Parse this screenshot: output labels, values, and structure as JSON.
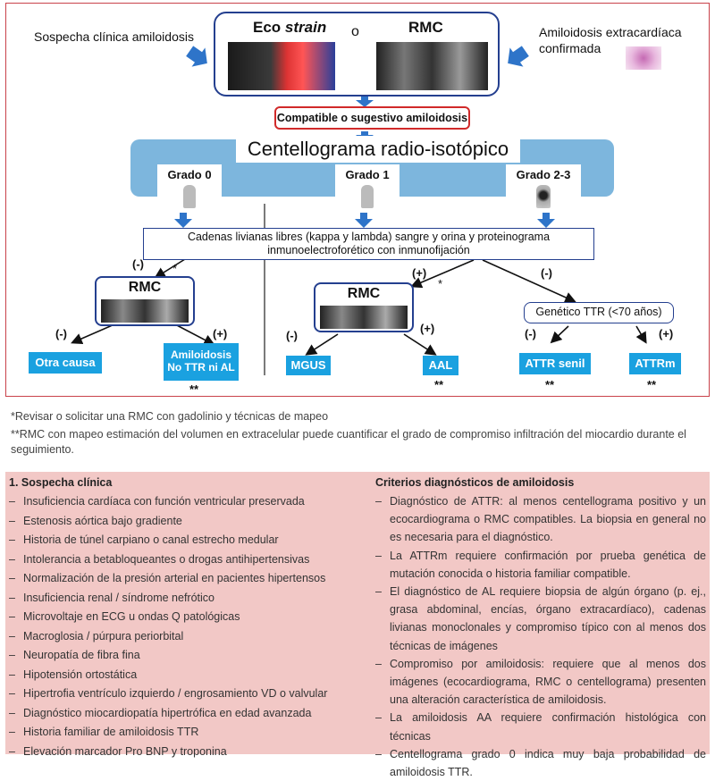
{
  "diagram": {
    "sospecha": "Sospecha clínica amiloidosis",
    "extracardiaca": "Amiloidosis  extracardíaca confirmada",
    "eco_label": "Eco",
    "eco_strain": "strain",
    "o": "o",
    "rmc_top": "RMC",
    "compatible": "Compatible o sugestivo amiloidosis",
    "centellograma": "Centellograma radio-isotópico",
    "grado0": "Grado 0",
    "grado1": "Grado 1",
    "grado23": "Grado 2-3",
    "cadenas": "Cadenas livianas libres (kappa y lambda) sangre y orina y proteinograma inmunoelectroforético con inmunofijación",
    "neg": "(-)",
    "pos": "(+)",
    "asterisk": "*",
    "rmc": "RMC",
    "otra_causa": "Otra causa",
    "amiloidosis_no_ttr": "Amiloidosis No TTR ni AL",
    "mgus": "MGUS",
    "aal": "AAL",
    "genetico": "Genético TTR (<70 años)",
    "attr_senil": "ATTR senil",
    "attrm": "ATTRm",
    "double_asterisk": "**"
  },
  "notes": {
    "note1": "*Revisar o solicitar una RMC con gadolinio y técnicas de mapeo",
    "note2": "**RMC con mapeo estimación del volumen en extracelular puede cuantificar el grado de compromiso infiltración del miocardio durante el seguimiento."
  },
  "left_column": {
    "title": "1. Sospecha clínica",
    "items": [
      "Insuficiencia cardíaca con función ventricular preservada",
      "Estenosis aórtica bajo gradiente",
      "Historia de túnel carpiano o canal estrecho medular",
      "Intolerancia a betabloqueantes o drogas antihipertensivas",
      "Normalización de la presión arterial en pacientes hipertensos",
      "Insuficiencia renal / síndrome nefrótico",
      "Microvoltaje en ECG u ondas Q patológicas",
      "Macroglosia / púrpura periorbital",
      "Neuropatía de fibra fina",
      "Hipotensión ortostática",
      "Hipertrofia ventrículo izquierdo / engrosamiento VD o valvular",
      "Diagnóstico miocardiopatía hipertrófica en edad avanzada",
      "Historia familiar de amiloidosis TTR",
      "Elevación marcador Pro BNP y troponina"
    ]
  },
  "right_column": {
    "title": "Criterios diagnósticos de amiloidosis",
    "items": [
      "Diagnóstico de ATTR: al menos centellograma positivo y un ecocardiograma o RMC compatibles. La biopsia en general no es necesaria para el diagnóstico.",
      "La ATTRm requiere confirmación por prueba genética de mutación conocida o historia familiar compatible.",
      "El diagnóstico de AL requiere biopsia de algún órgano (p. ej., grasa abdominal, encías, órgano extracardíaco), cadenas livianas monoclonales y compromiso típico con al menos dos técnicas de imágenes",
      "Compromiso por amiloidosis: requiere que al menos dos imágenes (ecocardiograma, RMC o centellograma) presenten una alteración característica de amiloidosis.",
      "La amiloidosis AA requiere confirmación histológica con técnicas",
      "Centellograma grado 0 indica muy baja probabilidad de amiloidosis TTR."
    ]
  }
}
